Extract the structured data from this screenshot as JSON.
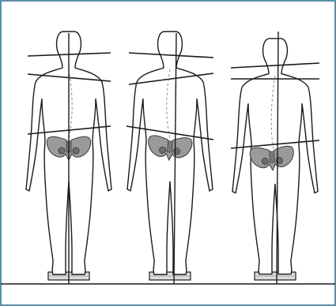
{
  "frame": {
    "border_color": "#5b8fa8",
    "background": "#ffffff"
  },
  "figures": [
    {
      "id": "figure-1",
      "description_key": "posture-view-back",
      "shoulder_line": "tilted",
      "pelvis_line": "tilted",
      "spine": "curved"
    },
    {
      "id": "figure-2",
      "description_key": "posture-view-back",
      "shoulder_line": "tilted",
      "pelvis_line": "tilted",
      "spine": "curved"
    },
    {
      "id": "figure-3",
      "description_key": "posture-view-back",
      "shoulder_line": "level",
      "pelvis_line": "tilted",
      "spine": "curved"
    }
  ],
  "colors": {
    "outline": "#1a1a1a",
    "pelvis_fill": "#9a9a9a",
    "pelvis_dark": "#6e6e6e",
    "spine_dash": "#888888",
    "scale_fill": "#dcdcdc"
  }
}
